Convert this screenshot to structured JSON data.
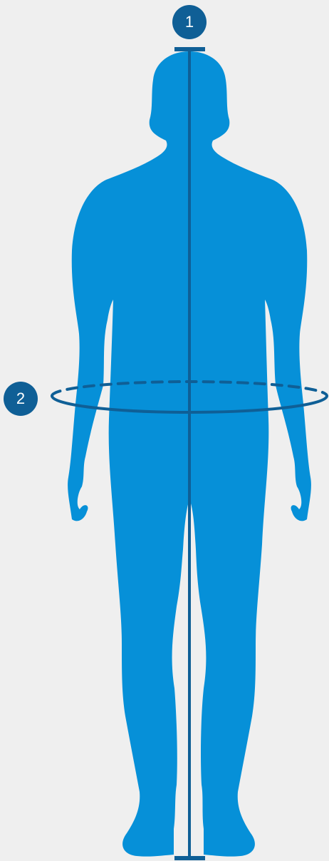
{
  "diagram": {
    "markers": [
      {
        "label": "1",
        "meaning": "height-measurement"
      },
      {
        "label": "2",
        "meaning": "waist-circumference-measurement"
      }
    ],
    "colors": {
      "background": "#efefef",
      "body": "#0690d8",
      "line": "#0f5f96",
      "marker": "#0f5f96",
      "marker_text": "#ffffff"
    },
    "icons": {
      "figure": "human-body-silhouette",
      "height": "height-line",
      "waist": "waist-ellipse"
    }
  }
}
